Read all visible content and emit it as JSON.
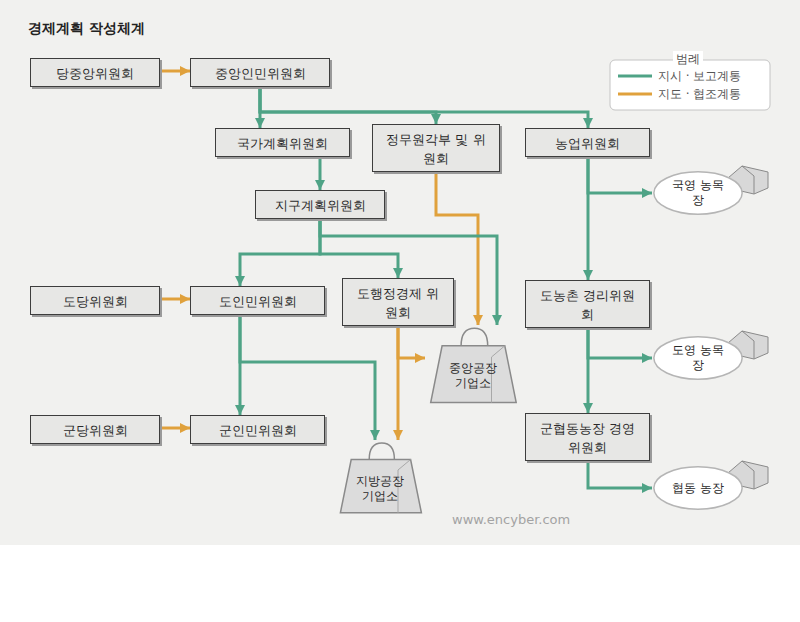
{
  "diagram": {
    "title": "경제계획 작성체계",
    "nodes": [
      {
        "text": [
          "당중앙위원회"
        ]
      },
      {
        "text": [
          "중앙인민위원회"
        ]
      },
      {
        "text": [
          "국가계획위원회"
        ]
      },
      {
        "text": [
          "정무원각부 및 위원회"
        ]
      },
      {
        "text": [
          "농업위원회"
        ]
      },
      {
        "text": [
          "국영 농목장"
        ]
      },
      {
        "text": [
          "지구계획위원회"
        ]
      },
      {
        "text": [
          "도당위원회"
        ]
      },
      {
        "text": [
          "도인민위원회"
        ]
      },
      {
        "text": [
          "도행정경제 위원회"
        ]
      },
      {
        "text": [
          "도농촌 경리위원회"
        ]
      },
      {
        "text": [
          "중앙공장 기업소"
        ]
      },
      {
        "text": [
          "도영 농목장"
        ]
      },
      {
        "text": [
          "군당위원회"
        ]
      },
      {
        "text": [
          "군인민위원회"
        ]
      },
      {
        "text": [
          "군협동농장 경영위원회"
        ]
      },
      {
        "text": [
          "지방공장 기업소"
        ]
      },
      {
        "text": [
          "협동 농장"
        ]
      }
    ],
    "edges": [
      {
        "from": 0,
        "to": 1,
        "arrow": "to"
      },
      {
        "from": 1,
        "to": 2,
        "arrow": "to"
      },
      {
        "from": 1,
        "to": 3,
        "arrow": "to"
      },
      {
        "from": 1,
        "to": 4,
        "arrow": "to"
      },
      {
        "from": 2,
        "to": 6,
        "arrow": "to"
      },
      {
        "from": 3,
        "to": 11,
        "arrow": "to"
      },
      {
        "from": 4,
        "to": 5,
        "arrow": "to"
      },
      {
        "from": 6,
        "to": 8,
        "arrow": "to"
      },
      {
        "from": 6,
        "to": 9,
        "arrow": "to"
      },
      {
        "from": 6,
        "to": 11,
        "arrow": "to"
      },
      {
        "from": 4,
        "to": 10,
        "arrow": "to"
      },
      {
        "from": 7,
        "to": 8,
        "arrow": "to"
      },
      {
        "from": 8,
        "to": 14,
        "arrow": "to"
      },
      {
        "from": 8,
        "to": 16,
        "arrow": "to"
      },
      {
        "from": 9,
        "to": 11,
        "arrow": "to"
      },
      {
        "from": 9,
        "to": 16,
        "arrow": "to"
      },
      {
        "from": 10,
        "to": 12,
        "arrow": "to"
      },
      {
        "from": 10,
        "to": 15,
        "arrow": "to"
      },
      {
        "from": 13,
        "to": 14,
        "arrow": "to"
      },
      {
        "from": 15,
        "to": 17,
        "arrow": "to"
      }
    ],
    "labels": [
      "범례",
      "www.encyber.com"
    ],
    "legend": [
      {
        "text": "지시 · 보고계통"
      },
      {
        "text": "지도 · 협조계통"
      }
    ]
  }
}
